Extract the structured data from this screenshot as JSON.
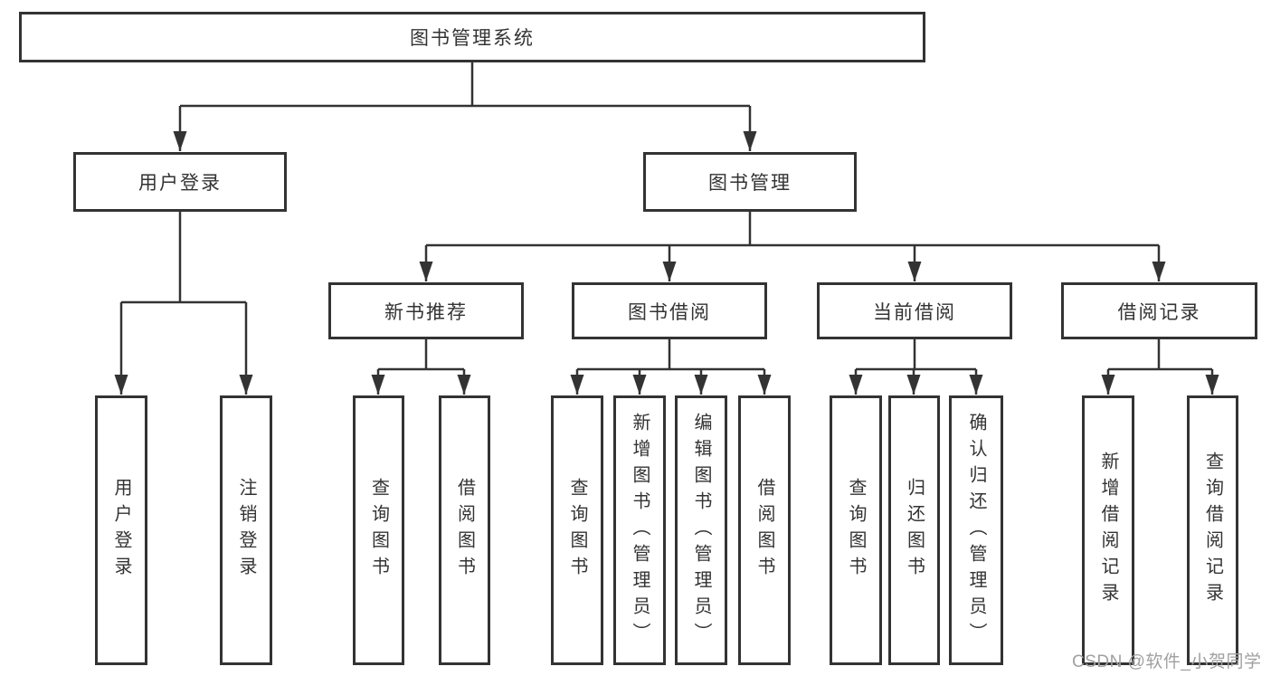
{
  "diagram": {
    "title": "图书管理系统",
    "branches": [
      {
        "label": "用户登录",
        "children": [
          {
            "label": "用户登录"
          },
          {
            "label": "注销登录"
          }
        ]
      },
      {
        "label": "图书管理",
        "children": [
          {
            "label": "新书推荐",
            "children": [
              {
                "label": "查询图书"
              },
              {
                "label": "借阅图书"
              }
            ]
          },
          {
            "label": "图书借阅",
            "children": [
              {
                "label": "查询图书"
              },
              {
                "label": "新增图书（管理员）"
              },
              {
                "label": "编辑图书（管理员）"
              },
              {
                "label": "借阅图书"
              }
            ]
          },
          {
            "label": "当前借阅",
            "children": [
              {
                "label": "查询图书"
              },
              {
                "label": "归还图书"
              },
              {
                "label": "确认归还（管理员）"
              }
            ]
          },
          {
            "label": "借阅记录",
            "children": [
              {
                "label": "新增借阅记录"
              },
              {
                "label": "查询借阅记录"
              }
            ]
          }
        ]
      }
    ]
  },
  "watermark": {
    "text": "CSDN @软件_小贺同学"
  },
  "colors": {
    "line": "#333333",
    "box_border": "#333333",
    "text": "#333333",
    "background": "#ffffff",
    "watermark": "#a0a0a0"
  }
}
